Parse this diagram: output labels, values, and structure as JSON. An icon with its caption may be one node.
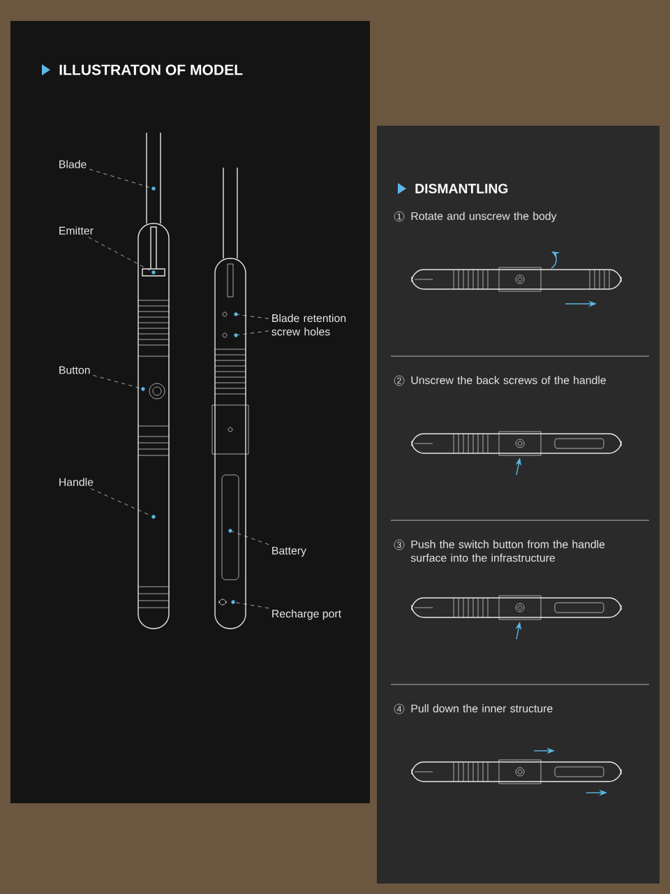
{
  "diagram": {
    "title": "ILLUSTRATON OF MODEL",
    "nodes": [
      {
        "text": [
          "Blade"
        ]
      },
      {
        "text": [],
        "shape": "circle"
      },
      {
        "text": [
          "Emitter"
        ]
      },
      {
        "text": [],
        "shape": "circle"
      },
      {
        "text": [
          "Button"
        ]
      },
      {
        "text": [],
        "shape": "circle"
      },
      {
        "text": [
          "Handle"
        ]
      },
      {
        "text": [],
        "shape": "circle"
      },
      {
        "text": [
          "Blade retention screw holes"
        ]
      },
      {
        "text": [],
        "shape": "circle"
      },
      {
        "text": [],
        "shape": "circle"
      },
      {
        "text": [
          "Battery"
        ]
      },
      {
        "text": [],
        "shape": "circle"
      },
      {
        "text": [
          "Recharge port"
        ]
      },
      {
        "text": [],
        "shape": "circle"
      }
    ],
    "edges": [
      {
        "from": 0,
        "to": 1,
        "arrow": "none",
        "style": "dashed"
      },
      {
        "from": 2,
        "to": 3,
        "arrow": "none",
        "style": "dashed"
      },
      {
        "from": 4,
        "to": 5,
        "arrow": "none",
        "style": "dashed"
      },
      {
        "from": 6,
        "to": 7,
        "arrow": "none",
        "style": "dashed"
      },
      {
        "from": 8,
        "to": 9,
        "arrow": "none",
        "style": "dashed"
      },
      {
        "from": 8,
        "to": 10,
        "arrow": "none",
        "style": "dashed"
      },
      {
        "from": 11,
        "to": 12,
        "arrow": "none",
        "style": "dashed"
      },
      {
        "from": 13,
        "to": 14,
        "arrow": "none",
        "style": "dashed"
      }
    ],
    "labels": [
      "DISMANTLING",
      "1",
      "Rotate and unscrew the body",
      "2",
      "Unscrew the back screws of the handle",
      "3",
      "Push the switch button from the handle surface into the infrastructure",
      "4",
      "Pull down the inner structure"
    ]
  }
}
